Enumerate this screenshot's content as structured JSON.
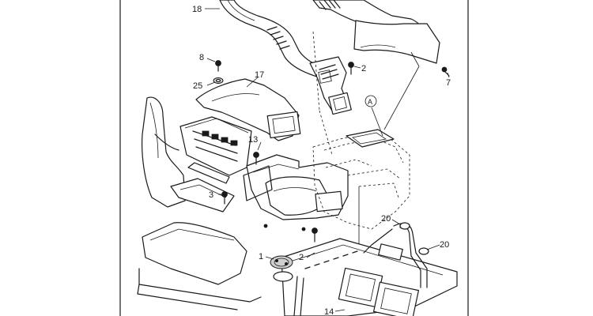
{
  "callouts": [
    {
      "id": "c18",
      "text": "18"
    },
    {
      "id": "c8",
      "text": "8"
    },
    {
      "id": "c25",
      "text": "25"
    },
    {
      "id": "c17",
      "text": "17"
    },
    {
      "id": "c2a",
      "text": "2"
    },
    {
      "id": "c7",
      "text": "7"
    },
    {
      "id": "cA",
      "text": "A"
    },
    {
      "id": "c13",
      "text": "13"
    },
    {
      "id": "c3",
      "text": "3"
    },
    {
      "id": "c20a",
      "text": "20"
    },
    {
      "id": "c20b",
      "text": "20"
    },
    {
      "id": "c2b",
      "text": "2"
    },
    {
      "id": "c1",
      "text": "1"
    },
    {
      "id": "c14",
      "text": "14"
    }
  ]
}
